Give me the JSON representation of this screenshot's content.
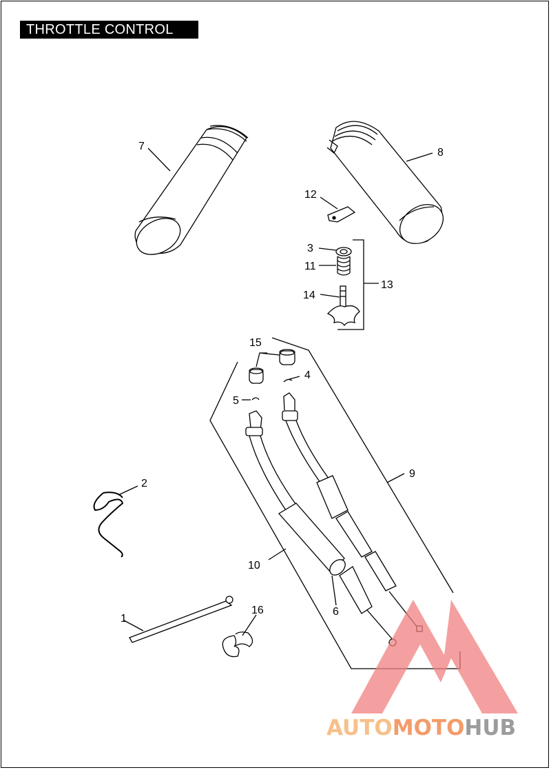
{
  "title": "THROTTLE CONTROL",
  "callouts": {
    "c1": "1",
    "c2": "2",
    "c3": "3",
    "c4": "4",
    "c5": "5",
    "c6": "6",
    "c7": "7",
    "c8": "8",
    "c9": "9",
    "c10": "10",
    "c11": "11",
    "c12": "12",
    "c13": "13",
    "c14": "14",
    "c15": "15",
    "c16": "16"
  },
  "watermark": {
    "part1": "AUTO",
    "part2": "MOTO",
    "part3": "HUB",
    "color_light": "#f7c08a",
    "color_mid": "#f39c6b",
    "color_dark": "#9c9c9c",
    "triangle_color": "#f08080"
  }
}
